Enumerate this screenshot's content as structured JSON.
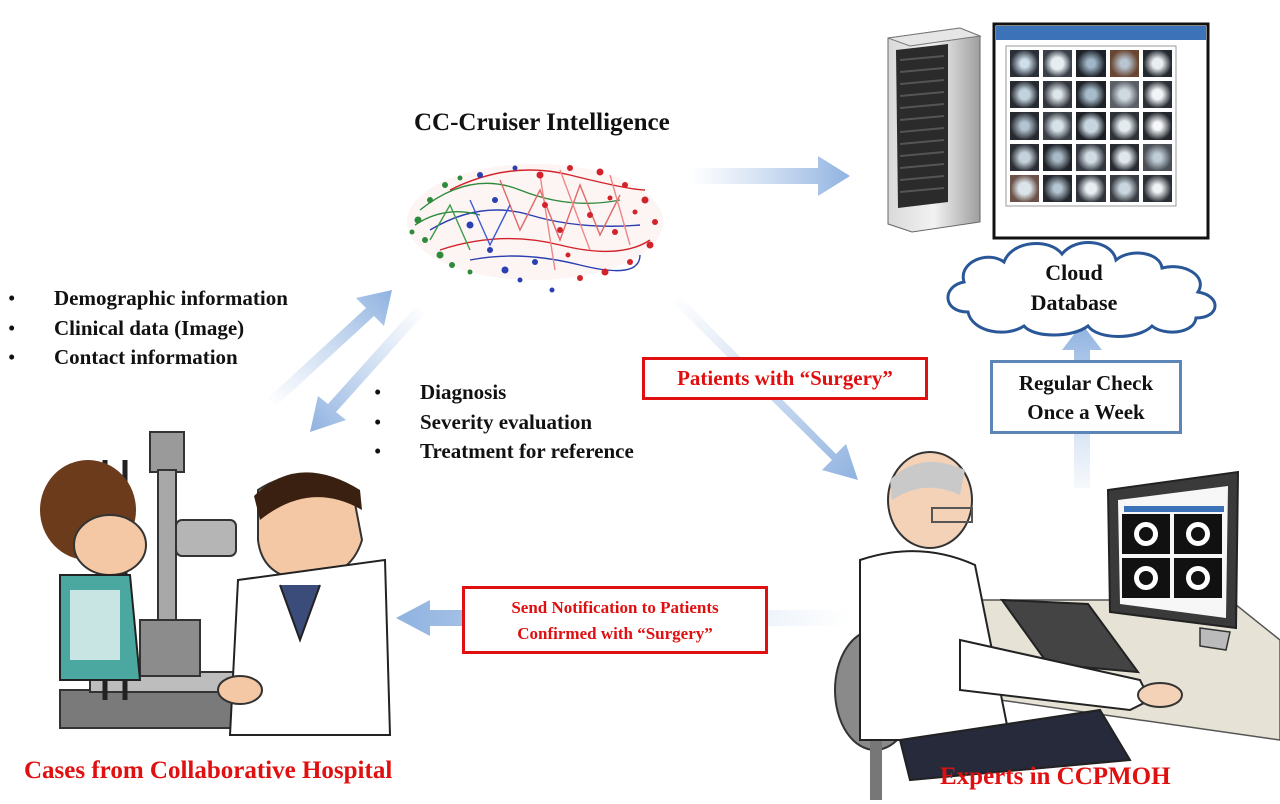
{
  "title": "CC-Cruiser Intelligence",
  "input_list": [
    "Demographic information",
    "Clinical data (Image)",
    "Contact information"
  ],
  "output_list": [
    "Diagnosis",
    "Severity evaluation",
    "Treatment for reference"
  ],
  "surgery_label": "Patients with “Surgery”",
  "cloud_label": [
    "Cloud",
    "Database"
  ],
  "check_label": [
    "Regular Check",
    "Once a Week"
  ],
  "notification_label": [
    "Send Notification to Patients",
    "Confirmed with “Surgery”"
  ],
  "left_caption": "Cases from Collaborative Hospital",
  "right_caption": "Experts in CCPMOH",
  "colors": {
    "arrow": "#a9c4e8",
    "red": "#e01010",
    "border_blue": "#5b86b6"
  }
}
